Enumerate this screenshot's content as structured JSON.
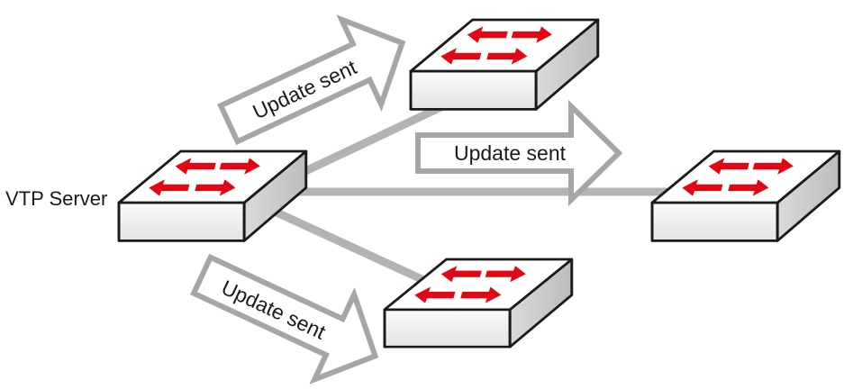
{
  "server": {
    "label": "VTP Server"
  },
  "arrows": [
    {
      "label": "Update sent"
    },
    {
      "label": "Update sent"
    },
    {
      "label": "Update sent"
    }
  ],
  "switches": [
    {
      "id": "server-switch",
      "role": "server"
    },
    {
      "id": "top-switch",
      "role": "client"
    },
    {
      "id": "right-switch",
      "role": "client"
    },
    {
      "id": "bottom-switch",
      "role": "client"
    }
  ],
  "colors": {
    "link": "#b3b3b3",
    "arrow_outline": "#a6a6a6",
    "switch_outline": "#1a1a1a",
    "switch_top": "#ffffff",
    "switch_front": "#f1f1f1",
    "switch_side": "#d2d2d2",
    "traffic_arrow": "#e30613"
  }
}
